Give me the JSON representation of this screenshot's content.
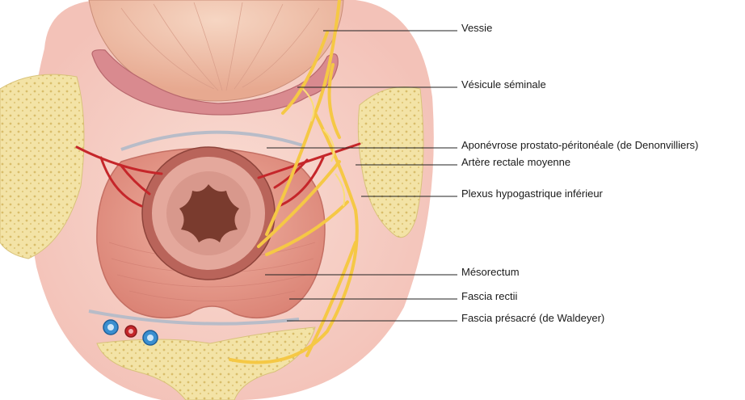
{
  "labels": {
    "vessie": "Vessie",
    "vesicule": "Vésicule séminale",
    "aponevrose": "Aponévrose prostato-péritonéale (de Denonvilliers)",
    "artere": "Artère rectale moyenne",
    "plexus": "Plexus hypogastrique inférieur",
    "mesorectum": "Mésorectum",
    "fascia_rectii": "Fascia rectii",
    "fascia_presacre": "Fascia présacré (de Waldeyer)"
  },
  "colors": {
    "background_pink": "#f7d3cc",
    "bone": "#f3e3a6",
    "bladder": "#f0c3ad",
    "seminal_vesicle": "#d98a8f",
    "mesorectum": "#e59a8d",
    "rectal_wall": "#b9645a",
    "lumen": "#7a3b2e",
    "artery": "#c5262a",
    "vein": "#3a8fd0",
    "nerve": "#f5c845",
    "fascia": "#c0c4cf",
    "leader_line": "#222222"
  }
}
